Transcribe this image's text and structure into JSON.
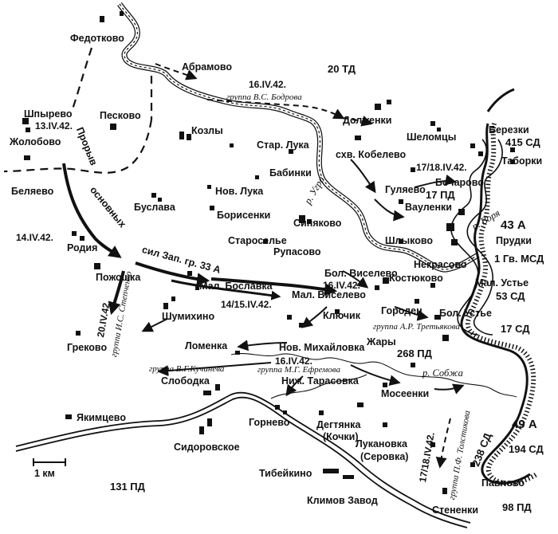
{
  "villages": {
    "fedotkovo": "Федотково",
    "abramovo": "Абрамово",
    "shpyrevo": "Шпырево",
    "zholobovo": "Жолобово",
    "peskovo": "Песково",
    "kozly": "Козлы",
    "belyaevo": "Беляево",
    "buslava": "Буслава",
    "nov_luka": "Нов. Лука",
    "starr_luka": "Стар. Лука",
    "babinki": "Бабинки",
    "borisenki": "Борисенки",
    "sinyakovo": "Синяково",
    "staroselye": "Староселье",
    "rupasovo": "Рупасово",
    "rodiya": "Родия",
    "pozhoshka": "Пожошка",
    "mal_boslavka": "Мал. Бославка",
    "shumikhino": "Шумихино",
    "grekovo": "Греково",
    "lomenka": "Ломенка",
    "slobodka": "Слободка",
    "yakimtsevo": "Якимцево",
    "sidorovskoe": "Сидоровское",
    "gornevo": "Горнево",
    "degtyanka": "Дегтянка",
    "kochki": "(Кочки)",
    "lukanovka": "Лукановка",
    "serovka": "(Серовка)",
    "tibeykino": "Тибейкино",
    "klimov_zavod": "Климов Завод",
    "stenenki": "Стененки",
    "pavlovo": "Павлово",
    "mosenki": "Мосеенки",
    "zhary": "Жары",
    "gorodets": "Городец",
    "bol_ustye": "Бол. Устье",
    "mal_ustye": "Мал. Устье",
    "kostyukovo": "Костюково",
    "nekrasovo": "Некрасово",
    "shlykovo": "Шлыково",
    "bol_viselevo": "Бол. Виселево",
    "mal_viselevo": "Мал. Виселево",
    "klyuchik": "Ключик",
    "nov_mikhaylovka": "Нов. Михайловка",
    "nizh_tarasovka": "Ниж. Тарасовка",
    "dolzhenki": "Долженки",
    "sheloмtsy": "Шеломцы",
    "skh_kobelevo": "схв. Кобелево",
    "gulyaevo": "Гуляево",
    "bocharovo": "Бочарово",
    "vaulenki": "Вауленки",
    "berezki": "Березки",
    "taborki": "Таборки",
    "prudki": "Прудки"
  },
  "units": {
    "td20": "20 ТД",
    "sd415": "415 СД",
    "pd17a": "17 ПД",
    "a43": "43 А",
    "msd1": "1 Гв. МСД",
    "sd53": "53 СД",
    "sd17": "17 СД",
    "pd268": "268 ПД",
    "a49": "49 А",
    "sd194": "194 СД",
    "sd238": "238 СД",
    "pd98": "98 ПД",
    "pd131": "131 ПД"
  },
  "dates": {
    "d16_iv_top": "16.IV.42.",
    "d13_iv": "13.IV.42.",
    "d14_iv": "14.IV.42.",
    "d17_18_iv_top": "17/18.IV.42.",
    "d16_iv_bol": "16.IV.42.",
    "d14_15_iv": "14/15.IV.42.",
    "d20_iv": "20.IV.42.",
    "d16_iv_mid": "16.IV.42.",
    "d17_18_iv_bottom": "17/18.IV.42."
  },
  "groups": {
    "bodrov": "группа В.С. Бодрова",
    "tretyakov": "группа А.Р. Третьякова",
    "kuchinev": "группа В.Г.Кучинева",
    "efremov": "группа М.Г. Ефремова",
    "stepchenko": "группа И.С. Степченко",
    "tolstikov": "группа П.Ф. Толстикова"
  },
  "rivers": {
    "ugra": "р. Угра",
    "vorya": "р. Воря",
    "sozha": "р. Собжа"
  },
  "phrases": {
    "proryv": "Прорыв",
    "osnovnykh": "основных",
    "sil": "сил Зап. гр. 33 А"
  },
  "scale": {
    "label": "1 км"
  }
}
